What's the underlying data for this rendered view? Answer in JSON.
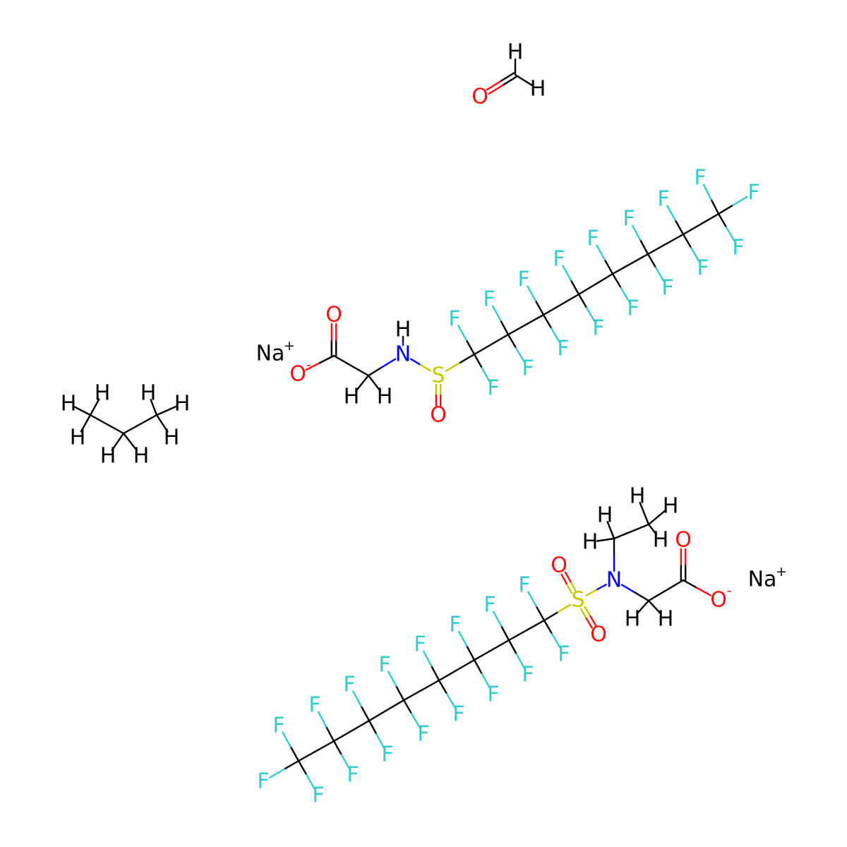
{
  "colors": {
    "C": "#000000",
    "H": "#000000",
    "O": "#ff0d0d",
    "N": "#0000ff",
    "S": "#c8c800",
    "F": "#33cccc",
    "Na": "#000000"
  },
  "labels": {
    "H": "H",
    "O": "O",
    "N": "N",
    "S": "S",
    "F": "F",
    "Na": "Na",
    "minus": "-",
    "plus": "+"
  },
  "molecules": [
    {
      "name": "formaldehyde",
      "formula_atoms": [
        "C",
        "O",
        "H",
        "H"
      ]
    },
    {
      "name": "propane",
      "formula_atoms": [
        "C",
        "C",
        "C",
        "H",
        "H",
        "H",
        "H",
        "H",
        "H",
        "H",
        "H"
      ]
    },
    {
      "name": "perfluorooctanesulfinamido-acetate",
      "counterion": "Na"
    },
    {
      "name": "n-ethyl-perfluorooctanesulfonamido-acetate",
      "counterion": "Na"
    }
  ]
}
